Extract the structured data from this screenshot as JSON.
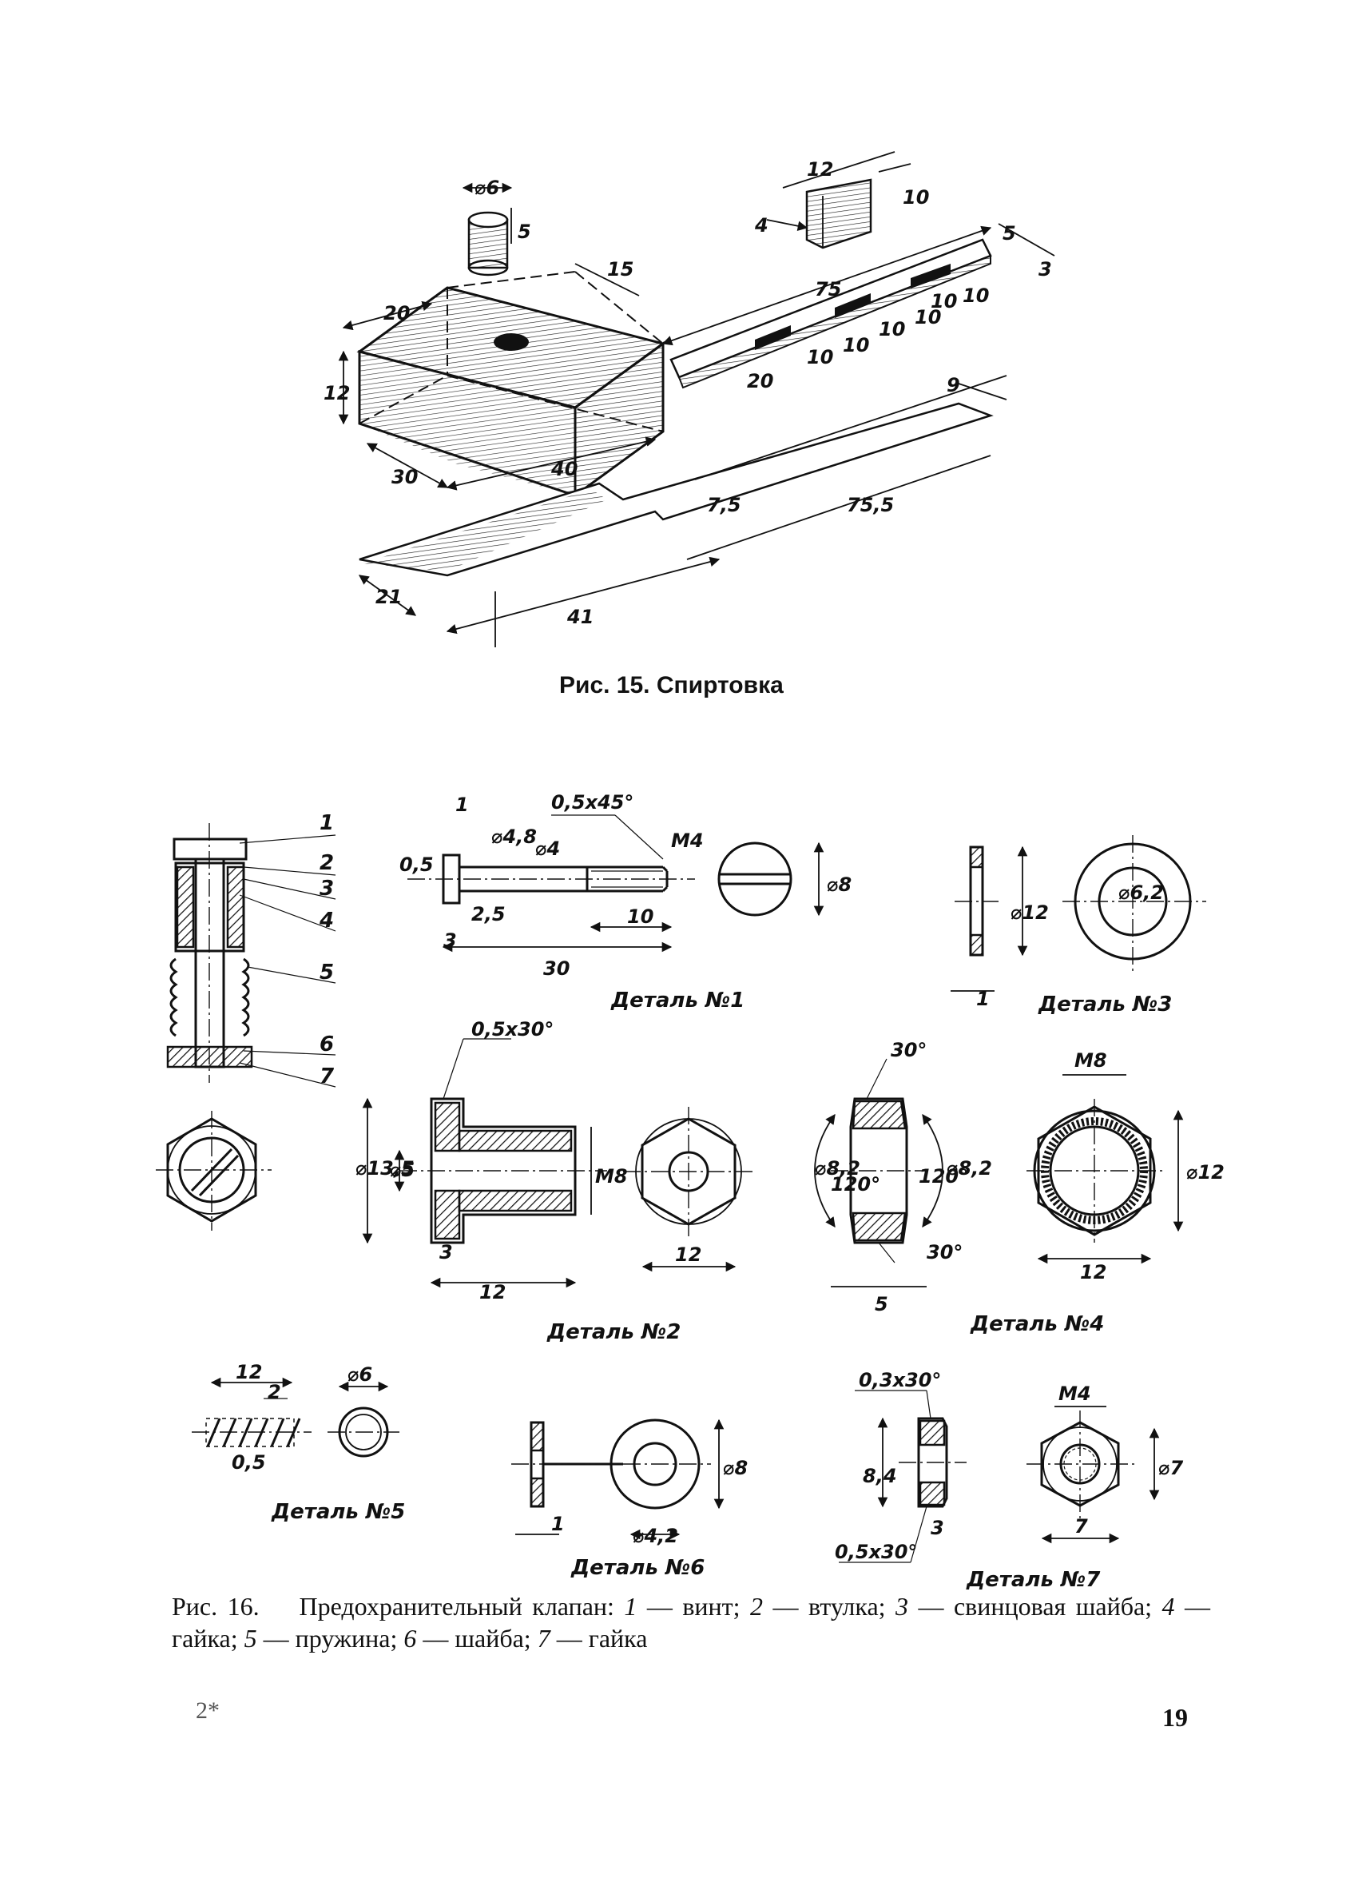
{
  "fig15": {
    "caption": "Рис. 15. Спиртовка",
    "dims": {
      "d6": "⌀6",
      "h5": "5",
      "w12": "12",
      "h10": "10",
      "t4": "4",
      "l20": "20",
      "l15": "15",
      "h12": "12",
      "d30": "30",
      "l40": "40",
      "l75": "75",
      "s5": "5",
      "s3": "3",
      "s10a": "10",
      "s10b": "10",
      "s10c": "10",
      "s10d": "10",
      "s10e": "10",
      "s10f": "10",
      "s20": "20",
      "p9": "9",
      "p75_5": "75,5",
      "p7_5": "7,5",
      "p21": "21",
      "p41": "41"
    }
  },
  "fig16": {
    "caption": {
      "prefix": "Рис. 16.",
      "title": "Предохранительный клапан:",
      "items": [
        {
          "num": "1",
          "name": "— винт;"
        },
        {
          "num": "2",
          "name": "— втулка;"
        },
        {
          "num": "3",
          "name": "— свинцовая шайба;"
        },
        {
          "num": "4",
          "name": "— гайка;"
        },
        {
          "num": "5",
          "name": "— пружина;"
        },
        {
          "num": "6",
          "name": "— шайба;"
        },
        {
          "num": "7",
          "name": "— гайка"
        }
      ]
    },
    "callouts": [
      "1",
      "2",
      "3",
      "4",
      "5",
      "6",
      "7"
    ],
    "det1": {
      "label": "Деталь №1",
      "d1": "1",
      "d05": "0,5",
      "d48": "⌀4,8",
      "d4": "⌀4",
      "chamfer": "0,5х45°",
      "m4": "М4",
      "d25": "2,5",
      "d3": "3",
      "d10": "10",
      "d30": "30",
      "d8": "⌀8"
    },
    "det3": {
      "label": "Деталь №3",
      "d12": "⌀12",
      "d62": "⌀6,2",
      "d1": "1"
    },
    "det2": {
      "label": "Деталь №2",
      "chamfer": "0,5х30°",
      "d135": "⌀13,5",
      "d5": "⌀5",
      "m8": "М8",
      "d3": "3",
      "d12": "12",
      "d12b": "12"
    },
    "det4": {
      "label": "Деталь №4",
      "a30top": "30°",
      "d82a": "⌀8,2",
      "a120a": "120°",
      "a120b": "120°",
      "d82b": "⌀8,2",
      "a30bot": "30°",
      "d5": "5",
      "m8": "М8",
      "d12": "⌀12",
      "w12": "12"
    },
    "det5": {
      "label": "Деталь №5",
      "d12": "12",
      "d2": "2",
      "d05": "0,5",
      "d6": "⌀6"
    },
    "det6": {
      "label": "Деталь №6",
      "d1": "1",
      "d42": "⌀4,2",
      "d8": "⌀8"
    },
    "det7": {
      "label": "Деталь №7",
      "chamfer1": "0,3х30°",
      "d84": "8,4",
      "chamfer2": "0,5х30°",
      "d3": "3",
      "m4": "М4",
      "d7": "⌀7",
      "w7": "7"
    }
  },
  "page": {
    "signature": "2*",
    "number": "19"
  }
}
